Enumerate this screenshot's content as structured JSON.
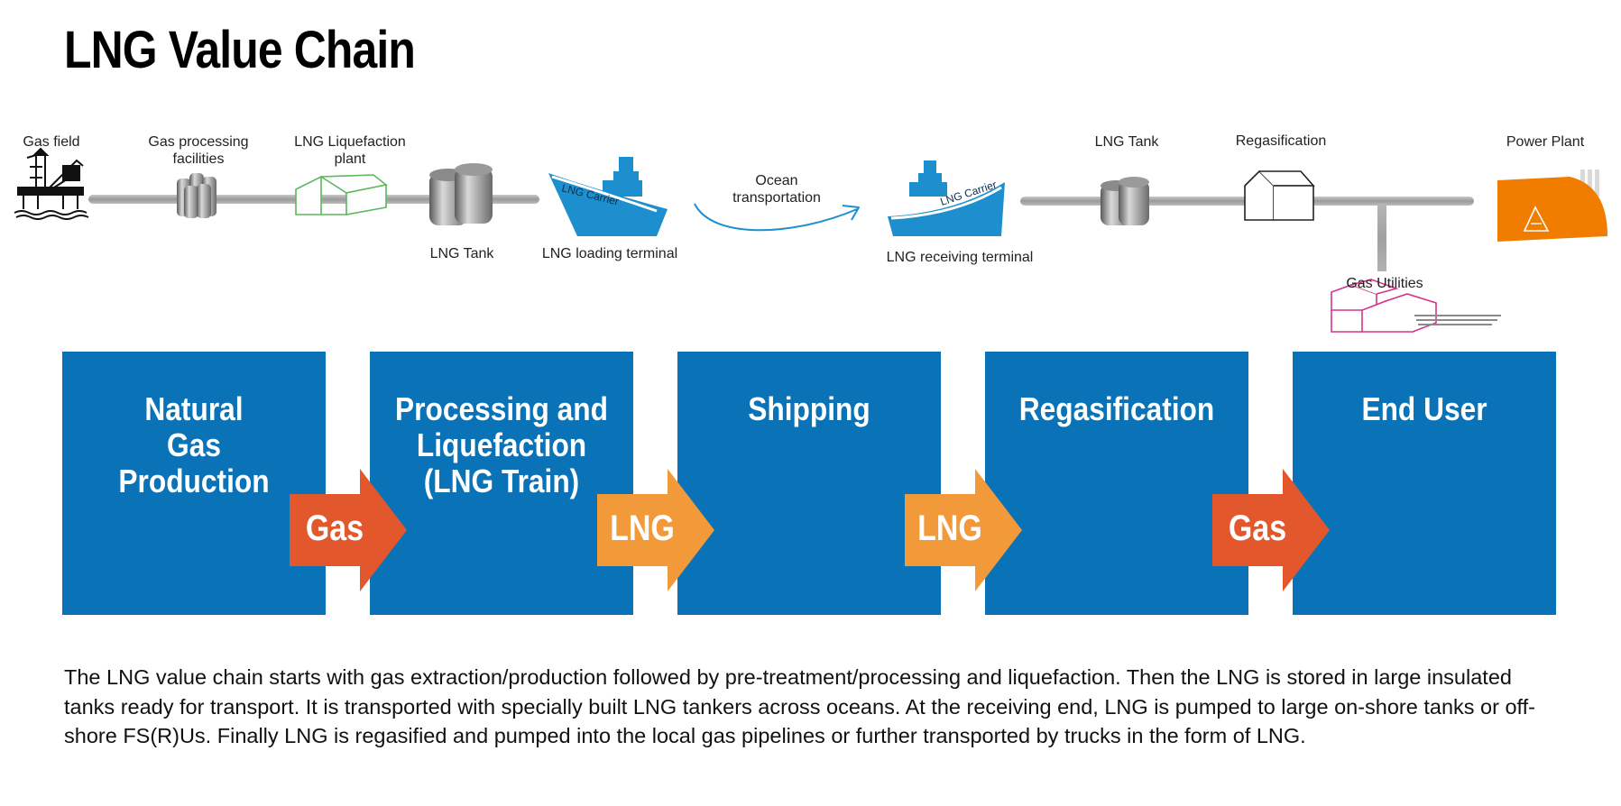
{
  "title": "LNG Value Chain",
  "diagram": {
    "labels": {
      "gas_field": "Gas field",
      "gas_processing": "Gas processing facilities",
      "liquefaction_plant": "LNG Liquefaction plant",
      "lng_tank_left": "LNG Tank",
      "loading_terminal": "LNG loading terminal",
      "carrier_left": "LNG Carrier",
      "ocean": "Ocean transportation",
      "carrier_right": "LNG Carrier",
      "receiving_terminal": "LNG receiving terminal",
      "lng_tank_right": "LNG Tank",
      "regasification": "Regasification",
      "power_plant": "Power Plant",
      "gas_utilities": "Gas Utilities"
    },
    "colors": {
      "pipe": "#a6a6a6",
      "ship": "#1e8fce",
      "plant": "#f07c00",
      "liquefaction_outline": "#5cb85c",
      "utilities_outline": "#d6338a"
    }
  },
  "stages": [
    {
      "label": "Natural\nGas\nProduction"
    },
    {
      "label": "Processing and\nLiquefaction\n(LNG Train)"
    },
    {
      "label": "Shipping"
    },
    {
      "label": "Regasification"
    },
    {
      "label": "End User"
    }
  ],
  "arrows": [
    {
      "label": "Gas",
      "color": "#e2572b"
    },
    {
      "label": "LNG",
      "color": "#f2993a"
    },
    {
      "label": "LNG",
      "color": "#f2993a"
    },
    {
      "label": "Gas",
      "color": "#e2572b"
    }
  ],
  "stage_color": "#0a73b7",
  "description": "The LNG value chain starts with gas extraction/production followed by pre-treatment/processing and liquefaction. Then the LNG is stored in large insulated tanks ready for transport. It is transported with specially built LNG tankers across oceans. At the receiving end, LNG is pumped to large on-shore tanks or off-shore FS(R)Us. Finally LNG is regasified and pumped into the local gas pipelines or further transported by trucks in the form of LNG."
}
